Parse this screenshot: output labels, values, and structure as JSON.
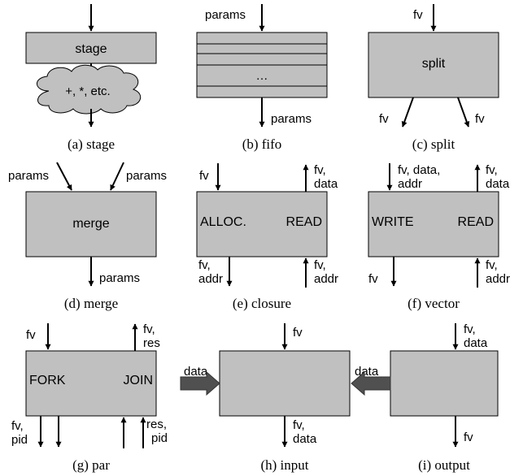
{
  "captions": {
    "a": "(a) stage",
    "b": "(b) fifo",
    "c": "(c) split",
    "d": "(d) merge",
    "e": "(e) closure",
    "f": "(f) vector",
    "g": "(g) par",
    "h": "(h) input",
    "i": "(i) output"
  },
  "stage": {
    "title": "stage",
    "ops": "+, *, etc."
  },
  "fifo": {
    "in": "params",
    "ellipsis": "…",
    "out": "params"
  },
  "split": {
    "title": "split",
    "in": "fv",
    "out_left": "fv",
    "out_right": "fv"
  },
  "merge": {
    "title": "merge",
    "in_left": "params",
    "in_right": "params",
    "out": "params"
  },
  "closure": {
    "left_label": "ALLOC.",
    "right_label": "READ",
    "top_in": "fv",
    "top_out_1": "fv,",
    "top_out_2": "data",
    "bot_out_1": "fv,",
    "bot_out_2": "addr",
    "bot_in_1": "fv,",
    "bot_in_2": "addr"
  },
  "vector": {
    "left_label": "WRITE",
    "right_label": "READ",
    "top_in_1": "fv, data,",
    "top_in_2": "addr",
    "top_out_1": "fv,",
    "top_out_2": "data",
    "bot_out": "fv",
    "bot_in_1": "fv,",
    "bot_in_2": "addr"
  },
  "par": {
    "left_label": "FORK",
    "right_label": "JOIN",
    "top_in": "fv",
    "top_out_1": "fv,",
    "top_out_2": "res",
    "bot_out_1": "fv,",
    "bot_out_2": "pid",
    "bot_in_1": "res,",
    "bot_in_2": "pid"
  },
  "input": {
    "top_in": "fv",
    "data": "data",
    "bot_out_1": "fv,",
    "bot_out_2": "data"
  },
  "output": {
    "top_in_1": "fv,",
    "top_in_2": "data",
    "data": "data",
    "bot_out": "fv"
  }
}
